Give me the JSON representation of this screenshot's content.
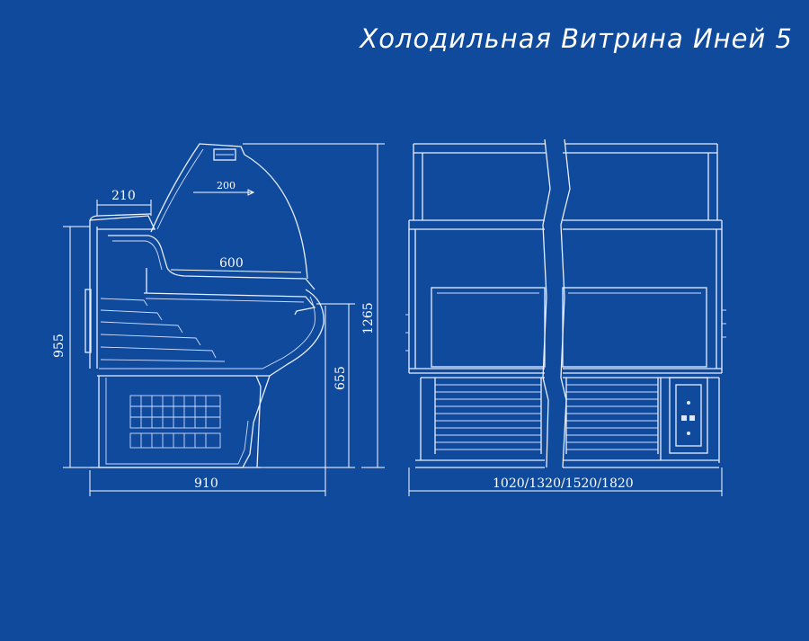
{
  "title": "Холодильная Витрина Иней 5",
  "colors": {
    "background": "#0f4a9c",
    "lines": "#e8efff"
  },
  "dimensions": {
    "top_depth": "210",
    "lamp_width": "200",
    "shelf_depth": "600",
    "total_height": "1265",
    "front_height": "955",
    "counter_height": "655",
    "total_depth": "910",
    "lengths": "1020/1320/1520/1820"
  }
}
